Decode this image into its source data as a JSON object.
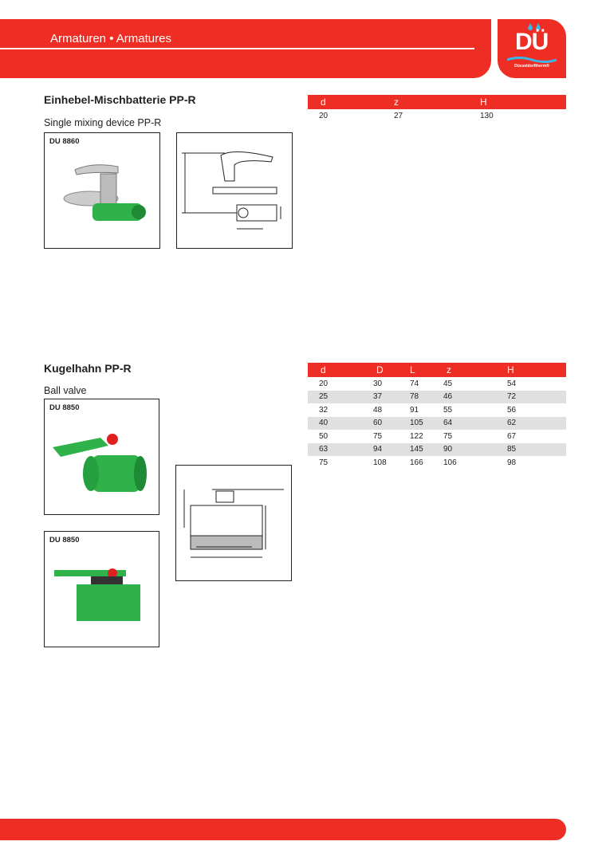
{
  "header": {
    "title": "Armaturen • Armatures",
    "logo_text": "DÜ",
    "logo_sub": "Düsseldorftherm®"
  },
  "colors": {
    "brand": "#ee2e24",
    "product_green": "#2fb24a"
  },
  "section1": {
    "title": "Einhebel-Mischbatterie PP-R",
    "subtitle": "Single mixing device PP-R",
    "code": "DU 8860",
    "table": {
      "headers": [
        "d",
        "z",
        "H"
      ],
      "rows": [
        [
          "20",
          "27",
          "130"
        ]
      ]
    }
  },
  "section2": {
    "title": "Kugelhahn PP-R",
    "subtitle": "Ball valve",
    "code1": "DU 8850",
    "code2": "DU 8850",
    "table": {
      "headers": [
        "d",
        "D",
        "L",
        "z",
        "H"
      ],
      "rows": [
        [
          "20",
          "30",
          "74",
          "45",
          "54"
        ],
        [
          "25",
          "37",
          "78",
          "46",
          "72"
        ],
        [
          "32",
          "48",
          "91",
          "55",
          "56"
        ],
        [
          "40",
          "60",
          "105",
          "64",
          "62"
        ],
        [
          "50",
          "75",
          "122",
          "75",
          "67"
        ],
        [
          "63",
          "94",
          "145",
          "90",
          "85"
        ],
        [
          "75",
          "108",
          "166",
          "106",
          "98"
        ]
      ]
    }
  }
}
